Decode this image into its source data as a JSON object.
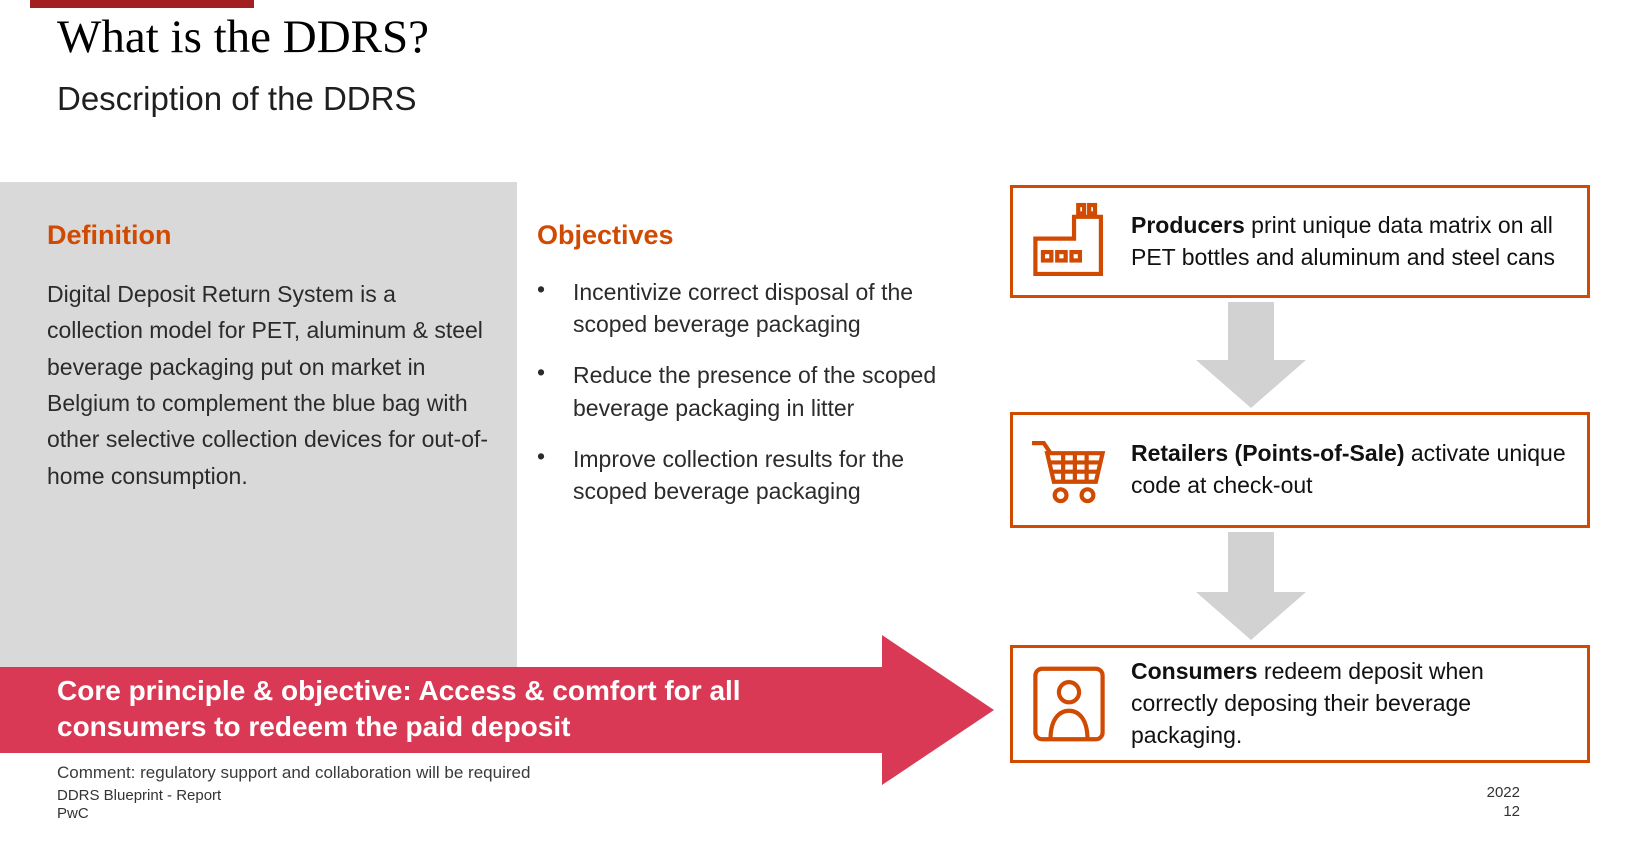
{
  "slide": {
    "title": "What is the DDRS?",
    "subtitle": "Description of the DDRS"
  },
  "definition": {
    "heading": "Definition",
    "body": "Digital Deposit Return System is a collection model for PET, aluminum & steel beverage packaging put on market in Belgium to complement the blue bag with other selective collection devices for out-of-home consumption."
  },
  "objectives": {
    "heading": "Objectives",
    "bullet": "•",
    "items": [
      "Incentivize correct disposal of the scoped beverage packaging",
      "Reduce the presence of the scoped beverage packaging in litter",
      "Improve collection results for the scoped beverage packaging"
    ]
  },
  "flow": {
    "steps": [
      {
        "icon": "factory-icon",
        "bold": "Producers",
        "text": " print unique data matrix on all PET bottles and aluminum and steel cans"
      },
      {
        "icon": "cart-icon",
        "bold": "Retailers (Points-of-Sale)",
        "text": " activate unique code at check-out"
      },
      {
        "icon": "person-icon",
        "bold": "Consumers",
        "text": " redeem deposit when correctly deposing their beverage packaging."
      }
    ]
  },
  "banner": {
    "line1": "Core principle & objective: Access & comfort for all",
    "line2": "consumers to redeem the paid deposit"
  },
  "footer": {
    "comment": "Comment: regulatory support and collaboration will be required",
    "doc": "DDRS Blueprint - Report",
    "brand": "PwC",
    "year": "2022",
    "page": "12"
  },
  "colors": {
    "accent_orange": "#d04a02",
    "banner_rose": "#d93954",
    "gray_panel": "#d9d9d9",
    "arrow_gray": "#d2d2d2",
    "maroon_bar": "#a32020"
  }
}
